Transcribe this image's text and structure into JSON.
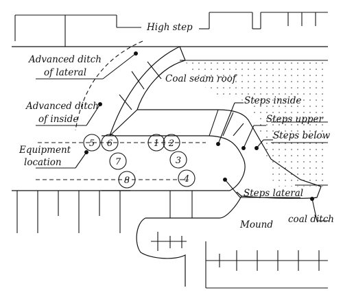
{
  "diagram": {
    "labels": {
      "high_step": "High step",
      "advanced_ditch_lateral_1": "Advanced ditch",
      "advanced_ditch_lateral_2": "of lateral",
      "coal_seam_roof": "Coal seam roof",
      "steps_inside": "Steps inside",
      "advanced_ditch_inside_1": "Advanced ditch",
      "advanced_ditch_inside_2": "of inside",
      "steps_upper": "Steps upper",
      "steps_below": "Steps below",
      "equipment_location_1": "Equipment",
      "equipment_location_2": "location",
      "steps_lateral": "Steps lateral",
      "mound": "Mound",
      "coal_ditch": "coal ditch"
    },
    "equipment_numbers": [
      "1",
      "2",
      "3",
      "4",
      "5",
      "6",
      "7",
      "8"
    ]
  }
}
